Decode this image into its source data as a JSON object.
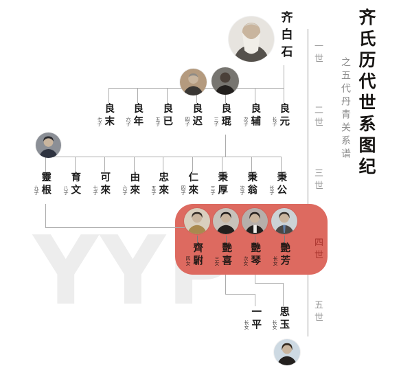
{
  "title": {
    "main": "齐氏历代世系图纪",
    "sub": "之五代丹青关系谱"
  },
  "generation_labels": [
    {
      "label": "一世"
    },
    {
      "label": "二世"
    },
    {
      "label": "三世"
    },
    {
      "label": "四世",
      "highlight": true
    },
    {
      "label": "五世"
    }
  ],
  "root": {
    "name": "齐白石"
  },
  "generations": {
    "gen2": [
      {
        "name": "良末",
        "rank": "七子"
      },
      {
        "name": "良年",
        "rank": "六子"
      },
      {
        "name": "良已",
        "rank": "五子"
      },
      {
        "name": "良迟",
        "rank": "四子"
      },
      {
        "name": "良琨",
        "rank": "三子"
      },
      {
        "name": "良辅",
        "rank": "次子"
      },
      {
        "name": "良元",
        "rank": "长子"
      }
    ],
    "gen3": [
      {
        "name": "靈根",
        "rank": "九子"
      },
      {
        "name": "育文",
        "rank": "八子"
      },
      {
        "name": "可來",
        "rank": "七子"
      },
      {
        "name": "由來",
        "rank": "六子"
      },
      {
        "name": "忠來",
        "rank": "五子"
      },
      {
        "name": "仁來",
        "rank": "四子"
      },
      {
        "name": "秉厚",
        "rank": "三子"
      },
      {
        "name": "秉翁",
        "rank": "次子"
      },
      {
        "name": "秉公",
        "rank": "长子"
      }
    ],
    "gen4": [
      {
        "name": "齊駙",
        "rank": "四女"
      },
      {
        "name": "艷喜",
        "rank": "三女"
      },
      {
        "name": "艷琴",
        "rank": "次女"
      },
      {
        "name": "艷芳",
        "rank": "长女"
      }
    ],
    "gen5": [
      {
        "name": "一平",
        "rank": "长女"
      },
      {
        "name": "思玉",
        "rank": "长女"
      }
    ]
  },
  "watermark": {
    "text": "YYP"
  },
  "colors": {
    "highlight_box": "#dd6a60",
    "highlight_label": "#a8332c",
    "line": "#ababab",
    "label_gray": "#9a9a9a",
    "title_black": "#171513"
  }
}
